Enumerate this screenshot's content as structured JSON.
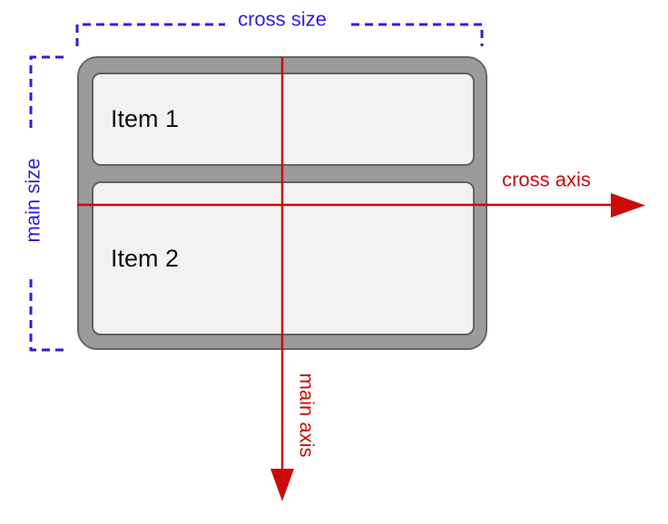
{
  "diagram": {
    "title_hint": "flexbox main axis and cross axis (flex-direction: column)",
    "items": [
      {
        "label": "Item 1"
      },
      {
        "label": "Item 2"
      }
    ],
    "labels": {
      "cross_size": "cross size",
      "main_size": "main size",
      "cross_axis": "cross axis",
      "main_axis": "main axis"
    },
    "colors": {
      "size_blue": "#2D1EDC",
      "axis_red": "#CC0A0A",
      "container_fill": "#9B9B9B",
      "container_border": "#666666",
      "item_fill": "#F2F2F2",
      "item_border": "#616161",
      "item_text": "#111111"
    }
  }
}
